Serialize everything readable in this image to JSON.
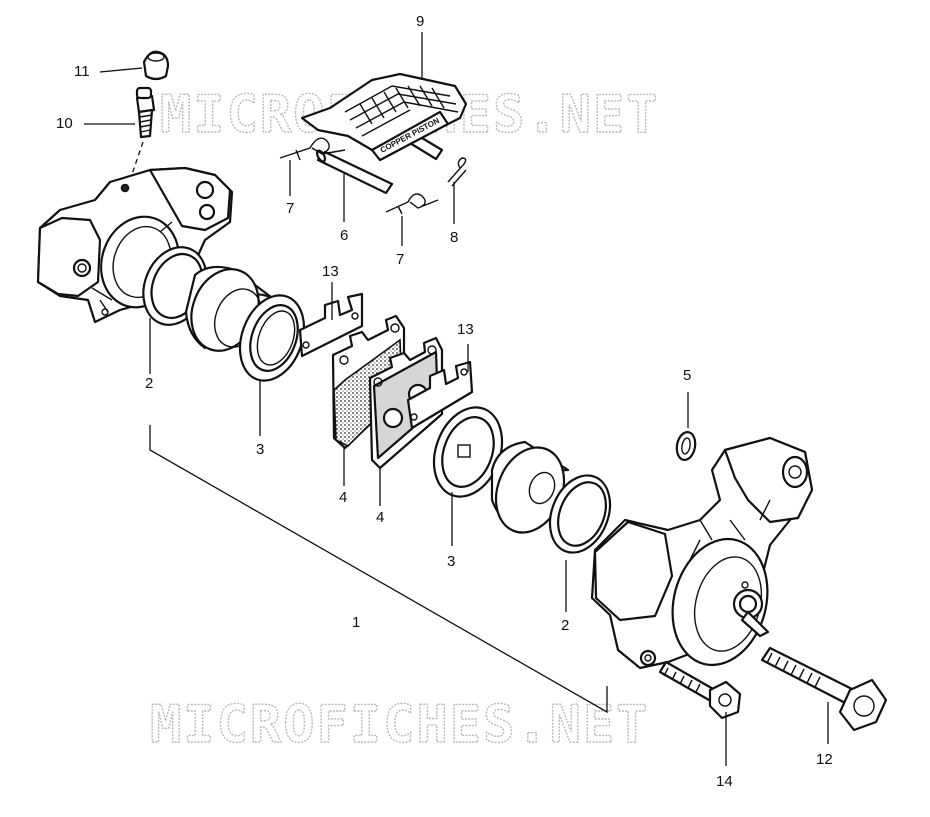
{
  "watermark": {
    "top_text": "MICROFICHES.NET",
    "bottom_text": "MICROFICHES.NET"
  },
  "piston_label_text": "COPPER PISTON",
  "callouts": {
    "c1": "1",
    "c2_left": "2",
    "c2_right": "2",
    "c3_left": "3",
    "c3_right": "3",
    "c4_left": "4",
    "c4_right": "4",
    "c5": "5",
    "c6": "6",
    "c7_left": "7",
    "c7_right": "7",
    "c8": "8",
    "c9": "9",
    "c10": "10",
    "c11": "11",
    "c12": "12",
    "c13_left": "13",
    "c13_right": "13",
    "c14": "14"
  }
}
